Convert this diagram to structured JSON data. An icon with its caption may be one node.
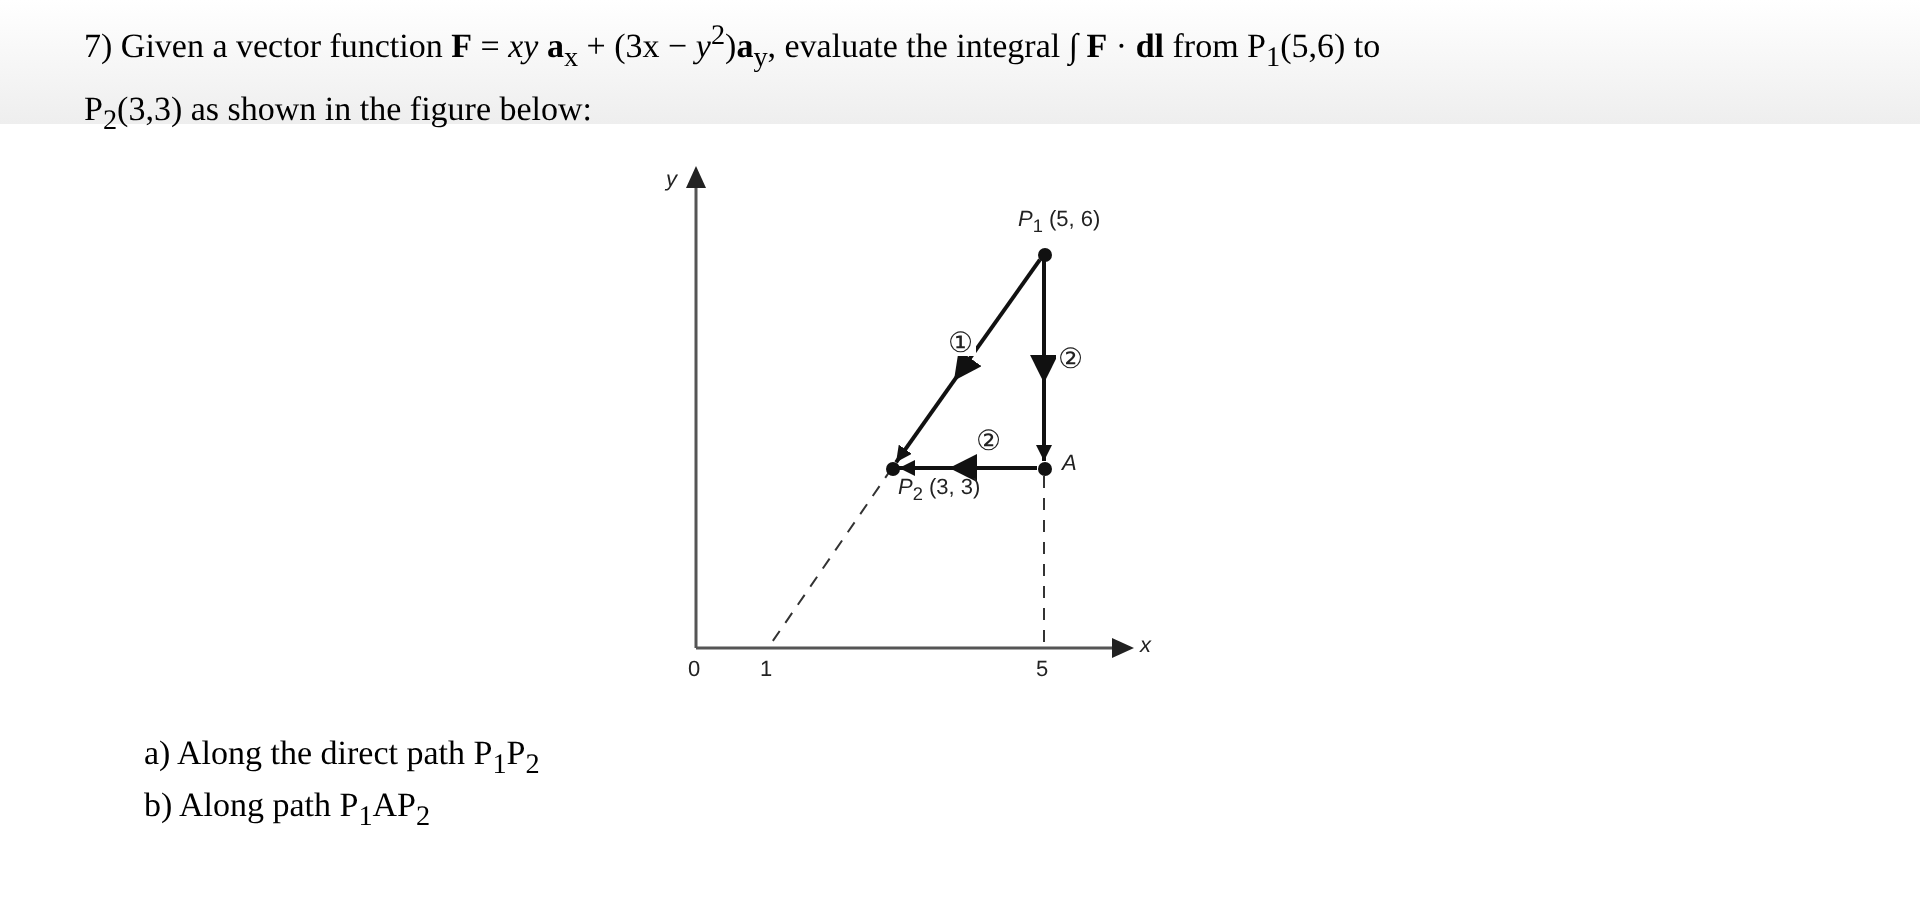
{
  "diagram": {
    "title": "7) Given a vector function **F** = *xy* **a**$_{x}$ + (3x − *y*$^{2}$)**a**$_{y}$, evaluate the integral ∫ **F** · **dl** from P$_{1}$(5,6) to P$_{2}$(3,3) as shown in the figure below:",
    "nodes": [
      {
        "text": [],
        "shape": "circle",
        "beside": [
          "*P*$_{1}$ (5, 6)"
        ]
      },
      {
        "text": [],
        "shape": "circle",
        "beside": [
          "*A*"
        ]
      },
      {
        "text": [],
        "shape": "circle",
        "beside": [
          "*P*$_{2}$ (3, 3)"
        ]
      }
    ],
    "edges": [
      {
        "from": 0,
        "to": 2,
        "arrow": "to",
        "label": "①"
      },
      {
        "from": 0,
        "to": 1,
        "arrow": "to",
        "label": "②"
      },
      {
        "from": 1,
        "to": 2,
        "arrow": "to",
        "label": "②"
      }
    ],
    "labels": [
      "y",
      "0",
      "1",
      "5",
      "x",
      "a) Along the direct path P$_{1}$P$_{2}$",
      "b) Along path P$_{1}$AP$_{2}$"
    ]
  }
}
